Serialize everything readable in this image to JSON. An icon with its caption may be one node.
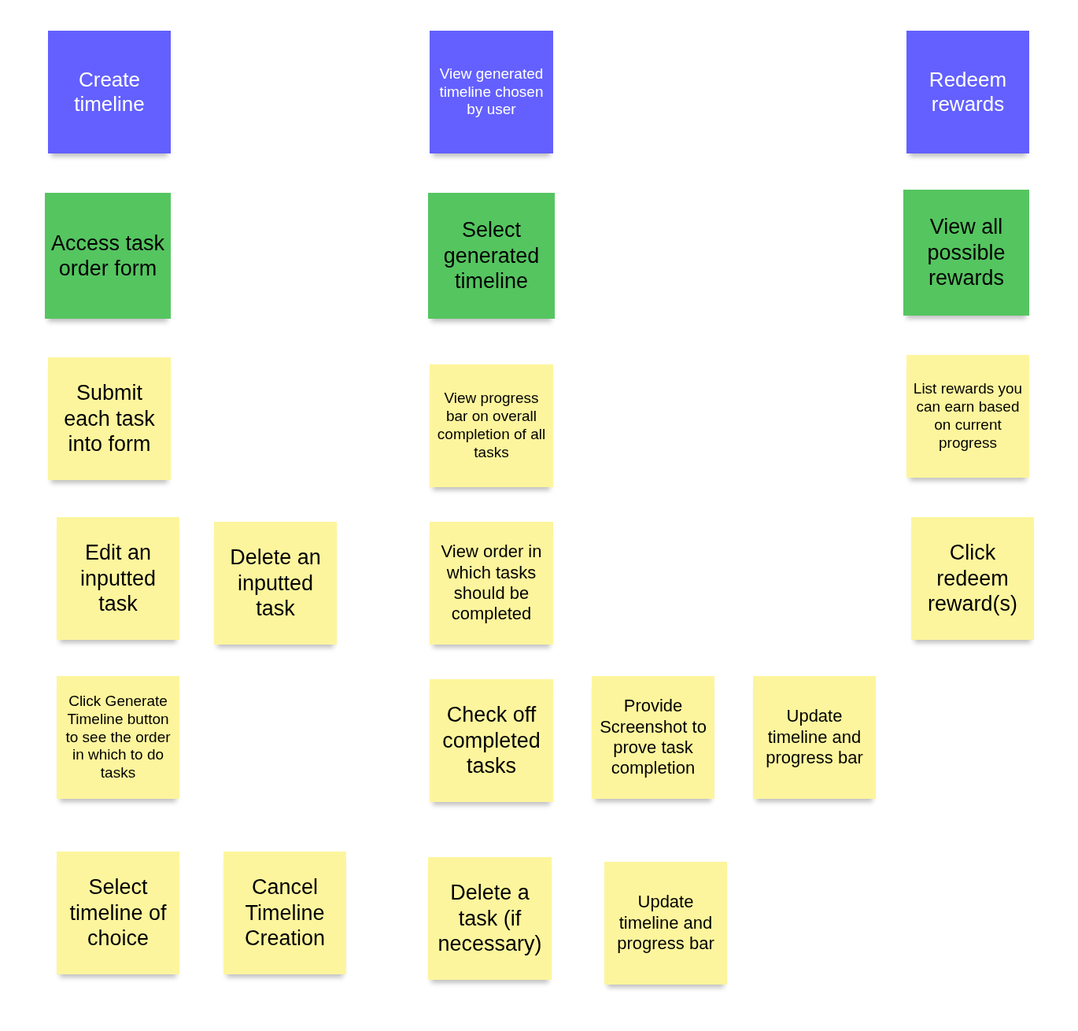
{
  "diagram": {
    "nodes": [
      {
        "text": [
          "Create timeline"
        ]
      },
      {
        "text": [
          "View generated timeline chosen by user"
        ]
      },
      {
        "text": [
          "Redeem rewards"
        ]
      },
      {
        "text": [
          "Access task order form"
        ]
      },
      {
        "text": [
          "Select generated timeline"
        ]
      },
      {
        "text": [
          "View all possible rewards"
        ]
      },
      {
        "text": [
          "Submit each task into form"
        ]
      },
      {
        "text": [
          "View progress bar on overall completion of all tasks"
        ]
      },
      {
        "text": [
          "List rewards you can earn based on current progress"
        ]
      },
      {
        "text": [
          "Edit an inputted task"
        ]
      },
      {
        "text": [
          "Delete an inputted task"
        ]
      },
      {
        "text": [
          "View order in which tasks should be completed"
        ]
      },
      {
        "text": [
          "Click redeem reward(s)"
        ]
      },
      {
        "text": [
          "Click Generate Timeline button to see the order in which to do tasks"
        ]
      },
      {
        "text": [
          "Check off completed tasks"
        ]
      },
      {
        "text": [
          "Provide Screenshot to prove task completion"
        ]
      },
      {
        "text": [
          "Update timeline and progress bar"
        ]
      },
      {
        "text": [
          "Select timeline of choice"
        ]
      },
      {
        "text": [
          "Cancel Timeline Creation"
        ]
      },
      {
        "text": [
          "Delete a task (if necessary)"
        ]
      },
      {
        "text": [
          "Update timeline and progress bar"
        ]
      }
    ]
  }
}
